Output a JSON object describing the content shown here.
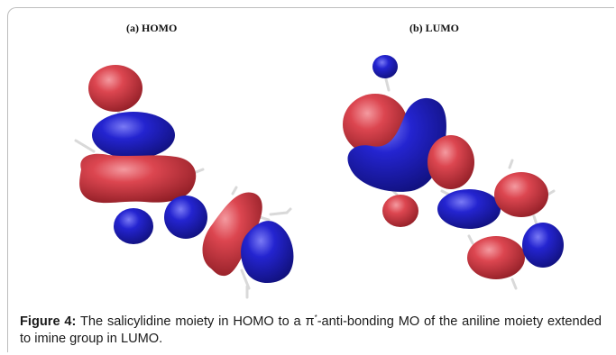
{
  "figure": {
    "panels": [
      {
        "label": "(a) HOMO"
      },
      {
        "label": "(b) LUMO"
      }
    ],
    "caption": {
      "prefix": "Figure 4:",
      "text_before_sup": " The salicylidine moiety in HOMO to a π",
      "sup": "*",
      "text_after_sup": "-anti-bonding MO of the aniline moiety extended to imine group in LUMO."
    },
    "colors": {
      "positive_lobe": "#d43c45",
      "negative_lobe": "#2323c8",
      "bond": "#d8d8d8",
      "frame": "#bdbdbd"
    }
  }
}
